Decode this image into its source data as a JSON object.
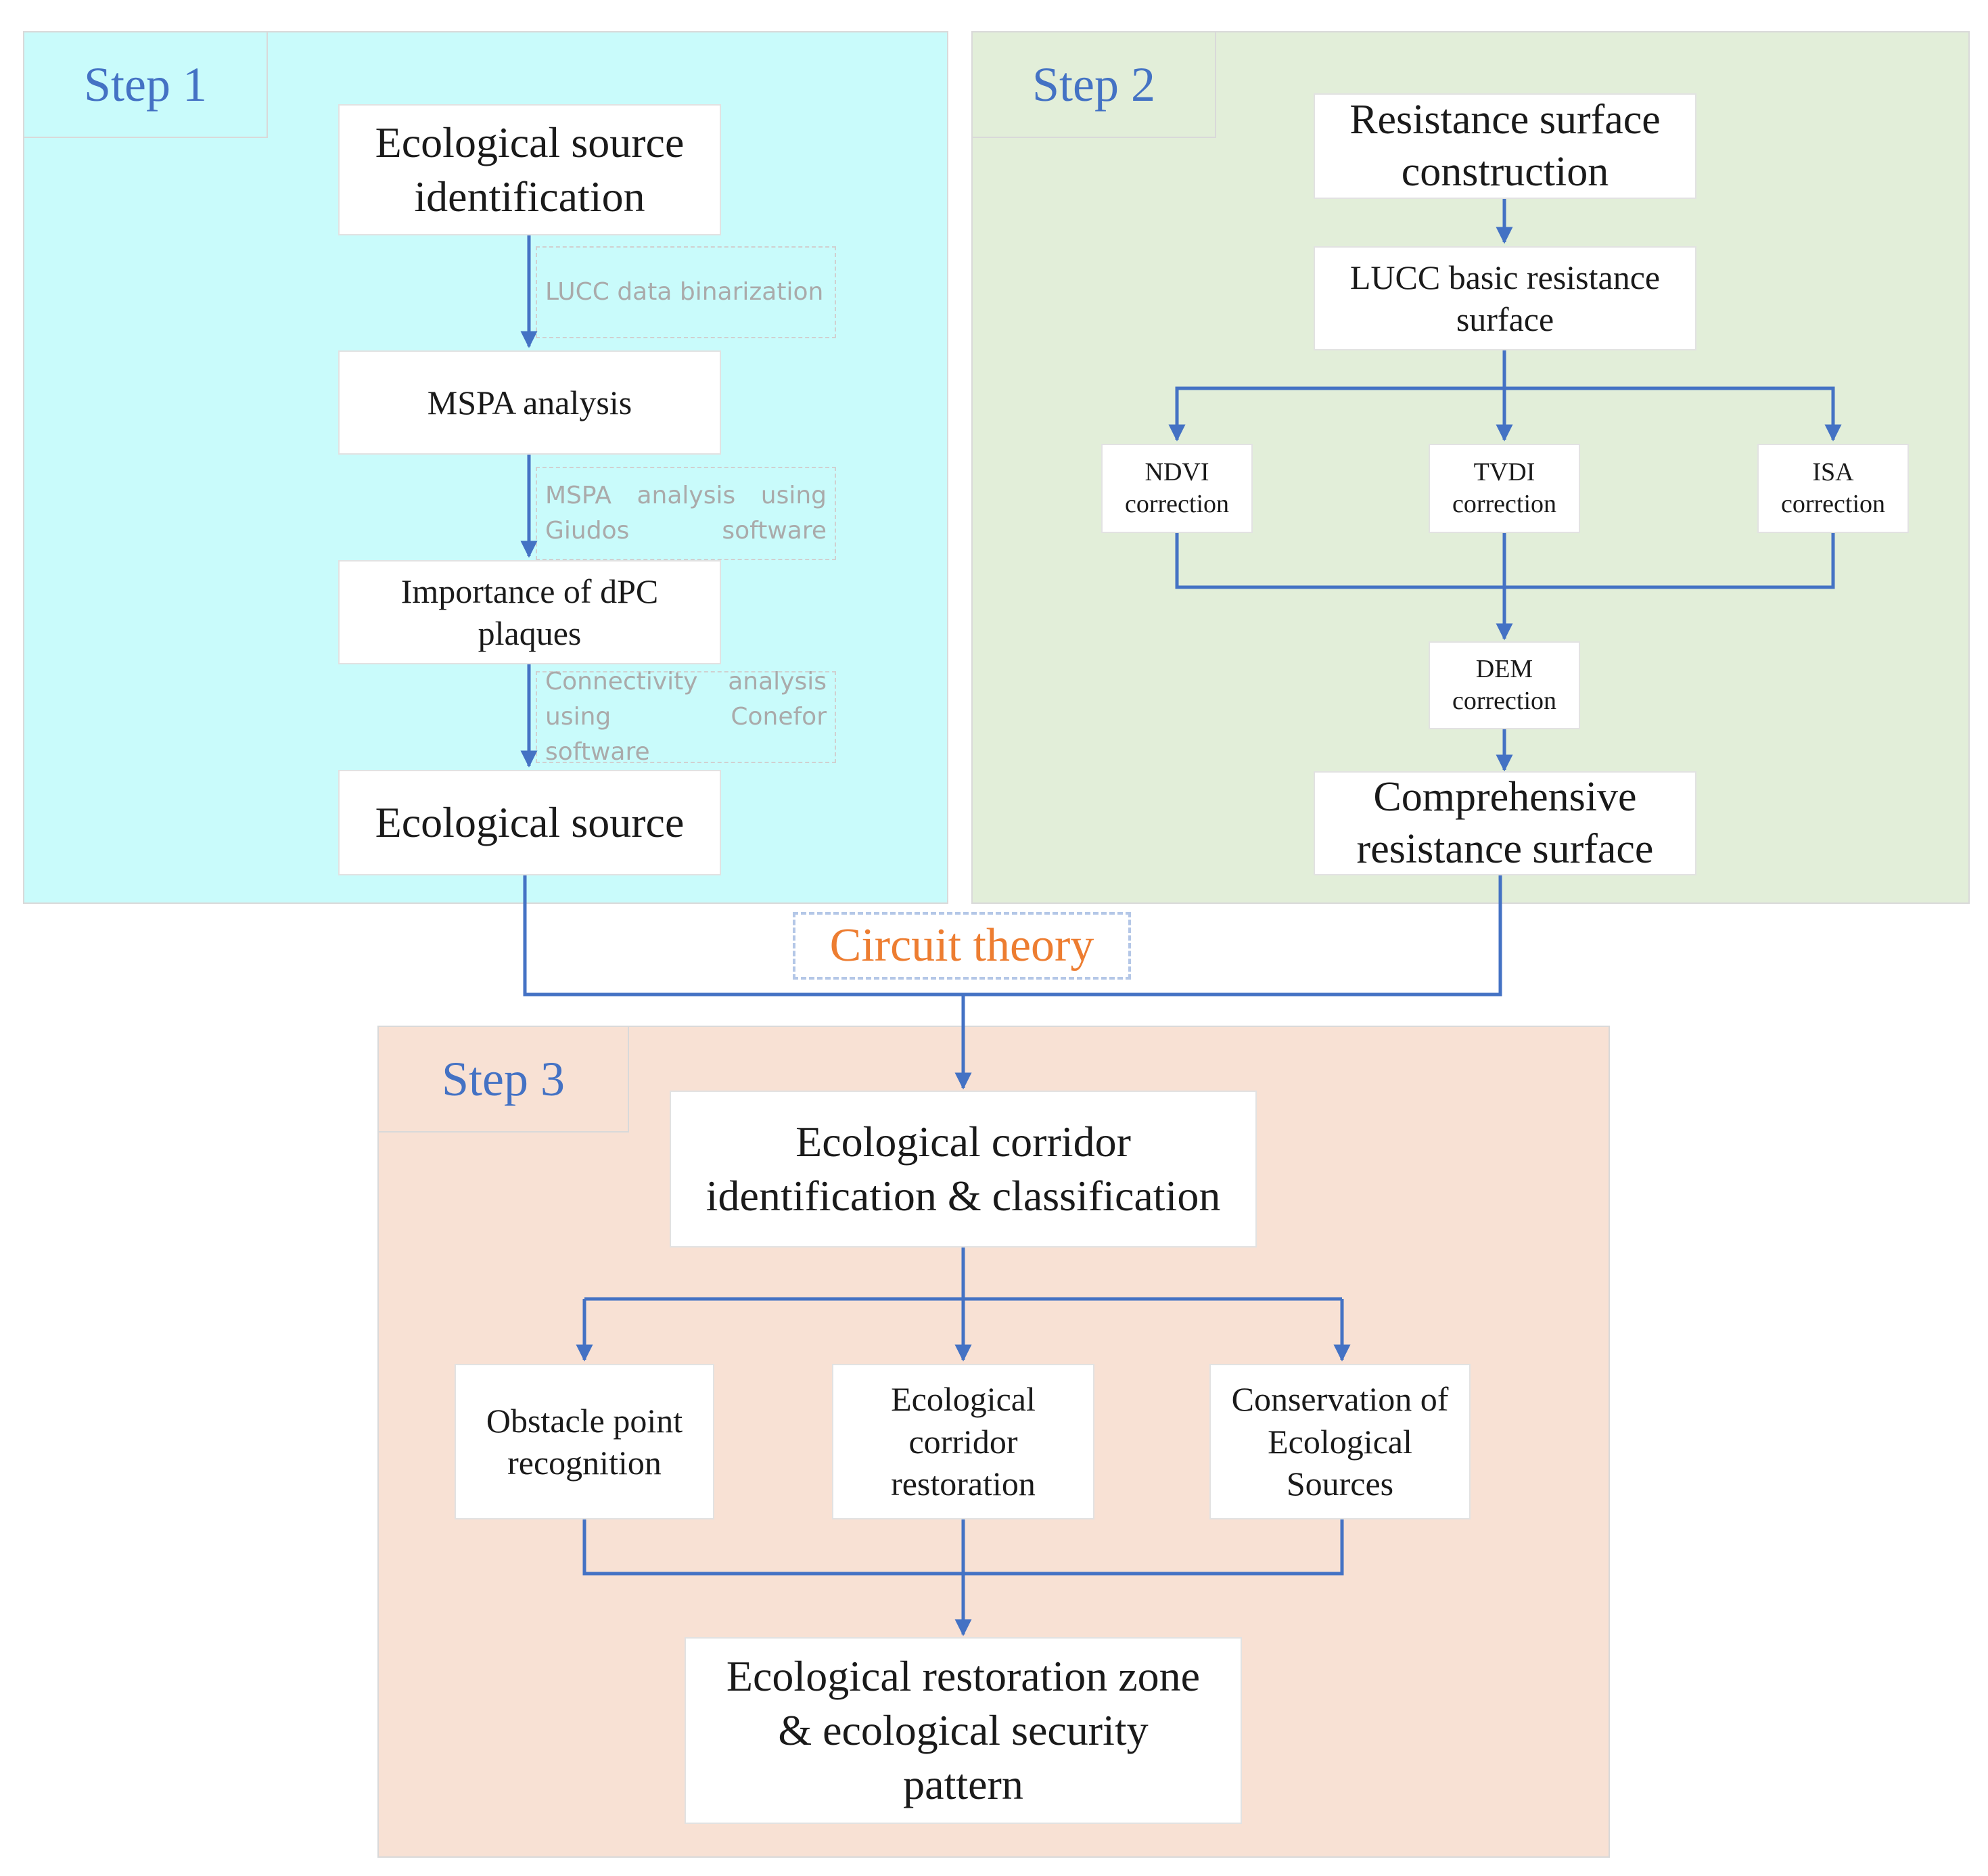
{
  "colors": {
    "step1_bg": "#c9fbfb",
    "step2_bg": "#e2eed9",
    "step3_bg": "#f8e1d4",
    "arrow": "#4472c4",
    "step_label": "#4472c4",
    "circuit_label": "#ed7d31",
    "note_text": "#aaaaaa"
  },
  "step1": {
    "label": "Step 1",
    "source_identification": "Ecological source identification",
    "note_binarization": "LUCC data binarization",
    "mspa": "MSPA analysis",
    "note_giudos": "MSPA analysis using Giudos software",
    "dpc": "Importance of dPC plaques",
    "note_conefor": "Connectivity analysis using Conefor software",
    "ecological_source": "Ecological source"
  },
  "step2": {
    "label": "Step 2",
    "resistance_construction": "Resistance surface construction",
    "lucc_basic": "LUCC basic resistance surface",
    "ndvi": "NDVI correction",
    "tvdi": "TVDI correction",
    "isa": "ISA correction",
    "dem": "DEM correction",
    "comprehensive": "Comprehensive resistance surface"
  },
  "circuit_theory": "Circuit theory",
  "step3": {
    "label": "Step 3",
    "corridor": "Ecological corridor identification & classification",
    "obstacle": "Obstacle point recognition",
    "corridor_restoration": "Ecological corridor restoration",
    "conservation": "Conservation of Ecological Sources",
    "final": "Ecological restoration zone & ecological security pattern"
  }
}
